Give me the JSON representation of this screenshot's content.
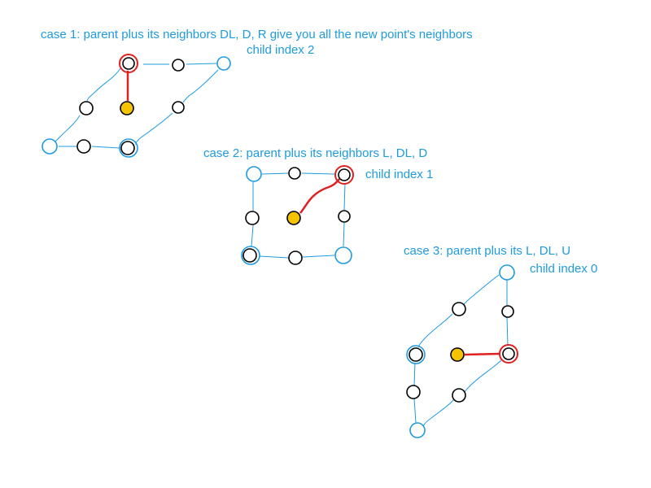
{
  "labels": {
    "case1_title": "case 1: parent plus its neighbors DL, D, R give you all the new point's neighbors",
    "case1_child": "child index 2",
    "case2_title": "case 2: parent plus its neighbors L, DL, D",
    "case2_child": "child index 1",
    "case3_title": "case 3: parent plus its L, DL, U",
    "case3_child": "child index 0"
  },
  "colors": {
    "text": "#1e9be0",
    "outline_line": "#1e9be0",
    "node_outline": "#000000",
    "parent_ring": "#e02020",
    "new_point_fill": "#f5c400",
    "link_line": "#e02020"
  }
}
